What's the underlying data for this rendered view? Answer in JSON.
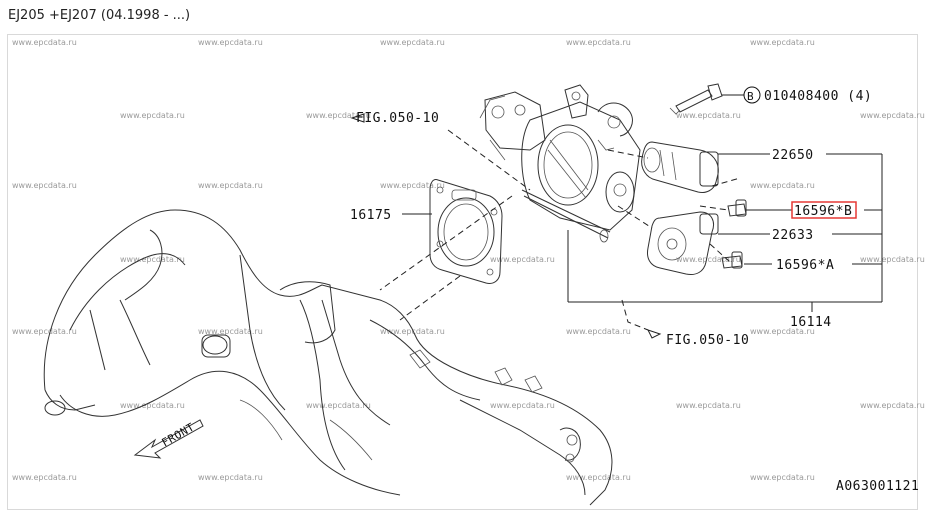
{
  "header": {
    "title": "EJ205 +EJ207 (04.1998 - ...)"
  },
  "watermark": "www.epcdata.ru",
  "refs": {
    "fig_top": "FIG.050-10",
    "fig_bottom": "FIG.050-10"
  },
  "bolt_callout": {
    "circle": "B",
    "text": "010408400 (4)"
  },
  "parts": {
    "p22650": "22650",
    "p16596b": "16596*B",
    "p22633": "22633",
    "p16596a": "16596*A",
    "p16175": "16175",
    "p16114": "16114"
  },
  "front_label": "FRONT",
  "diagram_id": "A063001121",
  "colors": {
    "highlight": "#e53935",
    "watermark": "#9a9a9a",
    "line": "#333333"
  }
}
